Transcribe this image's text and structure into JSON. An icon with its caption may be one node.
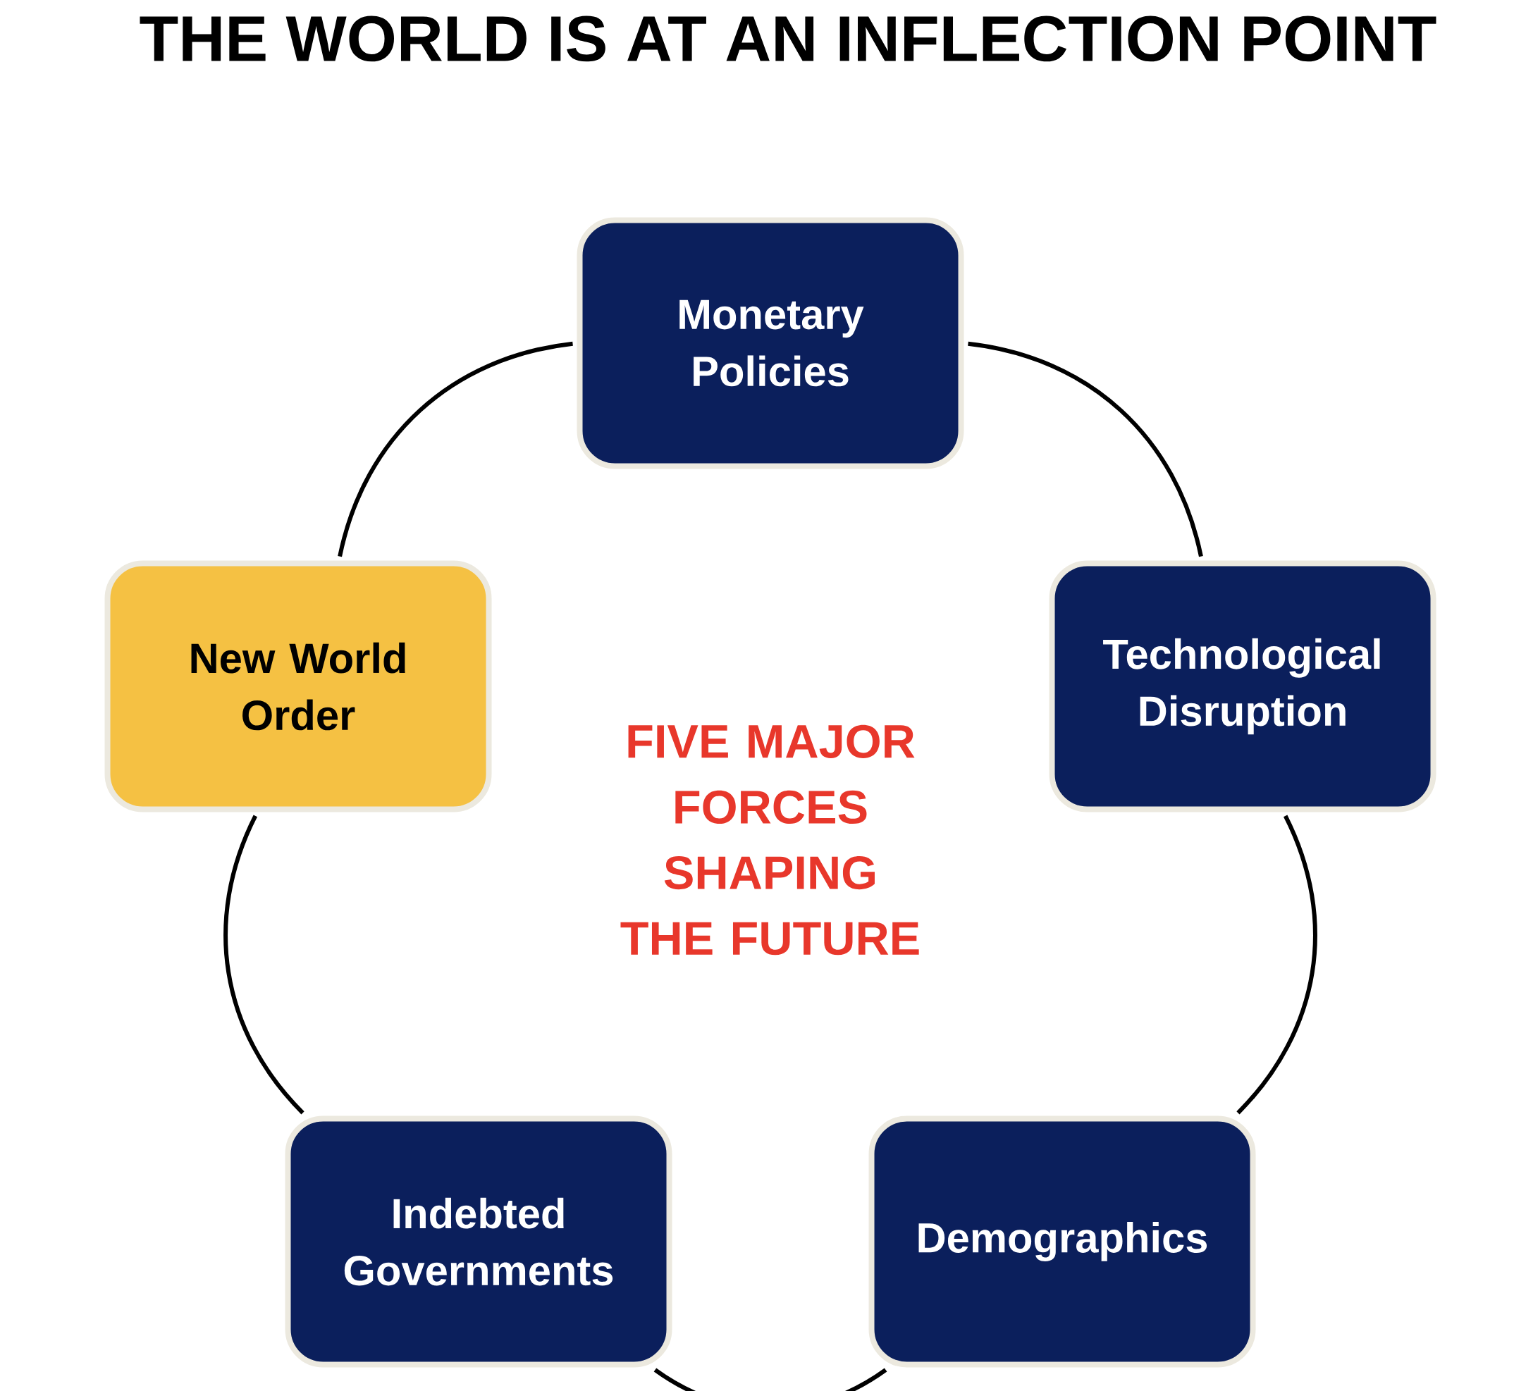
{
  "diagram": {
    "title": "THE WORLD IS AT AN INFLECTION POINT",
    "nodes": [
      {
        "text": [
          "Monetary Policies"
        ]
      },
      {
        "text": [
          "Technological Disruption"
        ]
      },
      {
        "text": [
          "Demographics"
        ]
      },
      {
        "text": [
          "Indebted Governments"
        ]
      },
      {
        "text": [
          "New World Order"
        ]
      }
    ],
    "edges": [
      {
        "from": 0,
        "to": 1,
        "arrow": "none"
      },
      {
        "from": 1,
        "to": 2,
        "arrow": "none"
      },
      {
        "from": 2,
        "to": 3,
        "arrow": "none"
      },
      {
        "from": 3,
        "to": 4,
        "arrow": "none"
      },
      {
        "from": 4,
        "to": 0,
        "arrow": "none"
      }
    ],
    "labels": [
      "FIVE MAJOR FORCES SHAPING THE FUTURE"
    ]
  }
}
